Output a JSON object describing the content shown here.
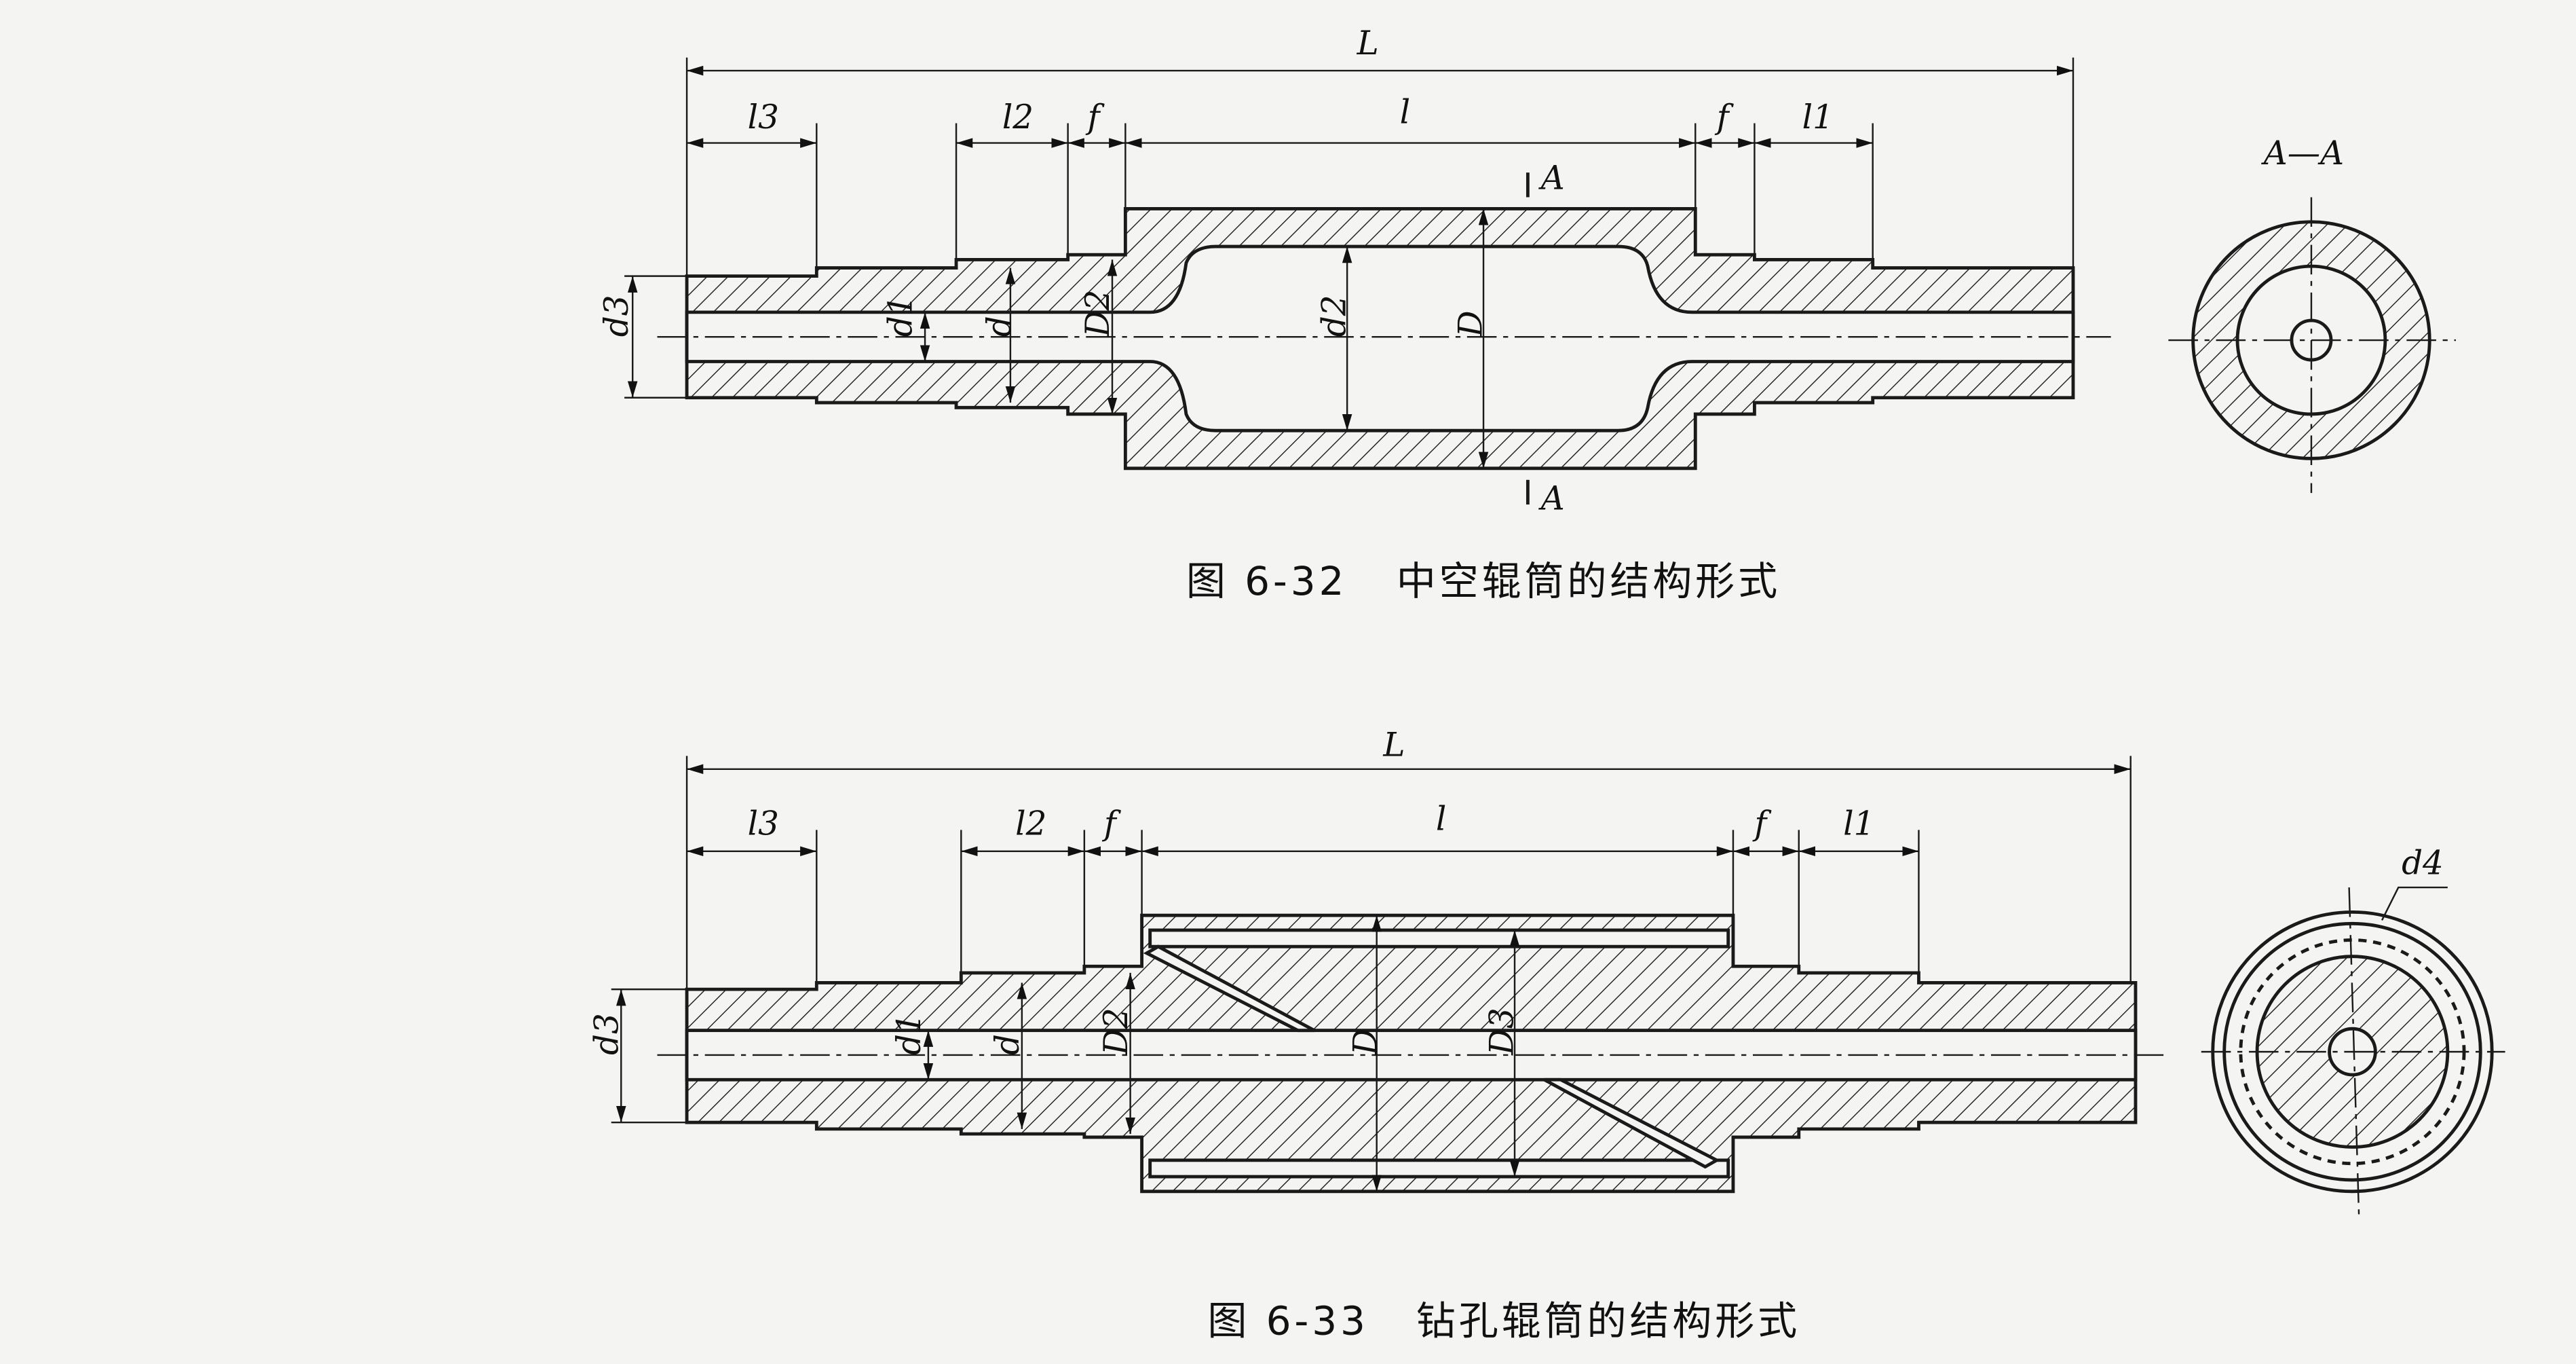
{
  "figure_1": {
    "caption_number": "图 6-32",
    "caption_title": "中空辊筒的结构形式",
    "labels": {
      "L": "L",
      "l3": "l3",
      "l2": "l2",
      "f_left": "f",
      "l": "l",
      "f_right": "f",
      "l1": "l1",
      "d3": "d3",
      "d1": "d1",
      "d": "d",
      "D2": "D2",
      "d2": "d2",
      "D": "D",
      "section_top": "A",
      "section_bottom": "A",
      "section_view": "A—A"
    }
  },
  "figure_2": {
    "caption_number": "图 6-33",
    "caption_title": "钻孔辊筒的结构形式",
    "labels": {
      "L": "L",
      "l3": "l3",
      "l2": "l2",
      "f_left": "f",
      "l": "l",
      "f_right": "f",
      "l1": "l1",
      "d3": "d3",
      "d1": "d1",
      "d": "d",
      "D2": "D2",
      "D": "D",
      "D3": "D3",
      "d4": "d4"
    }
  }
}
